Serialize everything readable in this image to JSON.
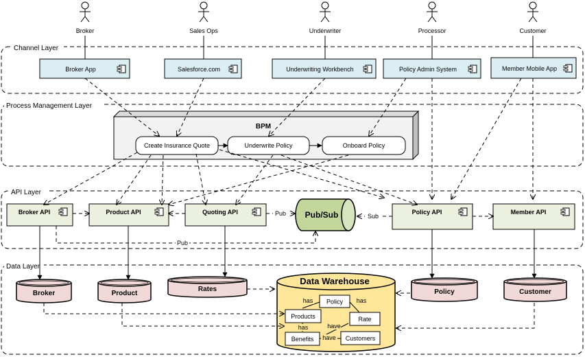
{
  "layers": {
    "channel": "Channel Layer",
    "process": "Process Management Layer",
    "api": "API Layer",
    "data": "Data Layer"
  },
  "actors": [
    "Broker",
    "Sales Ops",
    "Underwriter",
    "Processor",
    "Customer"
  ],
  "channel_apps": [
    "Broker App",
    "Salesforce.com",
    "Underwriting Workbench",
    "Policy Admin System",
    "Member Mobile App"
  ],
  "bpm": {
    "title": "BPM",
    "steps": [
      "Create Insurance Quote",
      "Underwrite Policy",
      "Onboard Policy"
    ]
  },
  "apis": [
    "Broker API",
    "Product API",
    "Quoting API",
    "Policy API",
    "Member API"
  ],
  "pubsub": "Pub/Sub",
  "edge_labels": {
    "pub": "Pub",
    "sub": "Sub"
  },
  "data_stores": [
    "Broker",
    "Product",
    "Rates",
    "Policy",
    "Customer"
  ],
  "warehouse": {
    "title": "Data Warehouse",
    "entities": [
      "Policy",
      "Products",
      "Rate",
      "Benefits",
      "Customers"
    ],
    "relations": [
      "has",
      "has",
      "has",
      "have",
      "have"
    ]
  },
  "colors": {
    "channel_fill": "#dbeef4",
    "api_fill": "#ebf1de",
    "pubsub_fill": "#c4d79b",
    "store_fill": "#f2d9d9",
    "warehouse_fill": "#ffe699",
    "bpm_fill": "#f2f2f2"
  }
}
